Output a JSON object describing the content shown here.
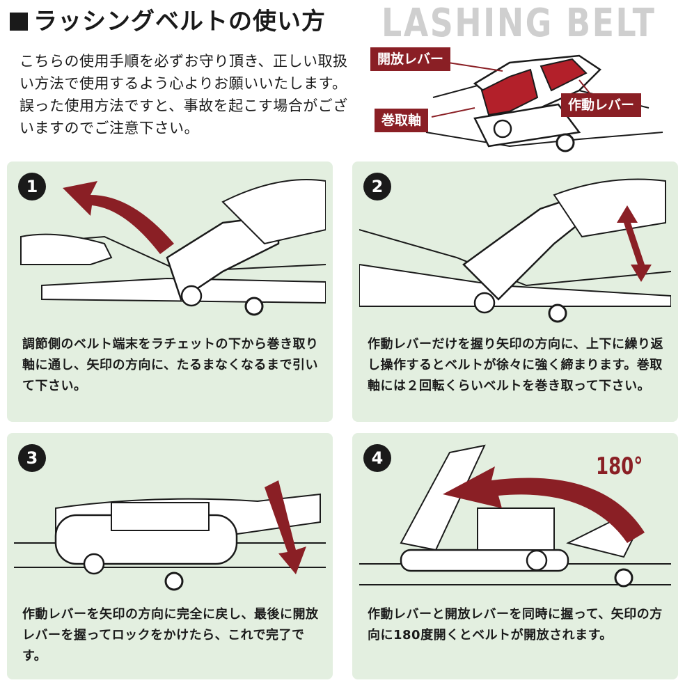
{
  "header": {
    "title": "ラッシングベルトの使い方",
    "background_word": "LASHING BELT",
    "intro": "こちらの使用手順を必ずお守り頂き、正しい取扱い方法で使用するよう心よりお願いいたします。誤った使用方法ですと、事故を起こす場合がございますのでご注意下さい。"
  },
  "diagram": {
    "labels": {
      "release_lever": "開放レバー",
      "operating_lever": "作動レバー",
      "winding_shaft": "巻取軸"
    }
  },
  "steps": [
    {
      "number": "1",
      "text": "調節側のベルト端末をラチェットの下から巻き取り軸に通し、矢印の方向に、たるまなくなるまで引いて下さい。"
    },
    {
      "number": "2",
      "text": "作動レバーだけを握り矢印の方向に、上下に繰り返し操作するとベルトが徐々に強く締まります。巻取軸には２回転くらいベルトを巻き取って下さい。"
    },
    {
      "number": "3",
      "text": "作動レバーを矢印の方向に完全に戻し、最後に開放レバーを握ってロックをかけたら、これで完了です。"
    },
    {
      "number": "4",
      "text": "作動レバーと開放レバーを同時に握って、矢印の方向に180度開くとベルトが開放されます。",
      "angle_label": "180°"
    }
  ],
  "colors": {
    "accent": "#8a1f25",
    "panel": "#e3efe0",
    "ink": "#1a1a1a"
  },
  "icons": [
    "ratchet-illustration",
    "hand-illustration",
    "direction-arrow"
  ]
}
